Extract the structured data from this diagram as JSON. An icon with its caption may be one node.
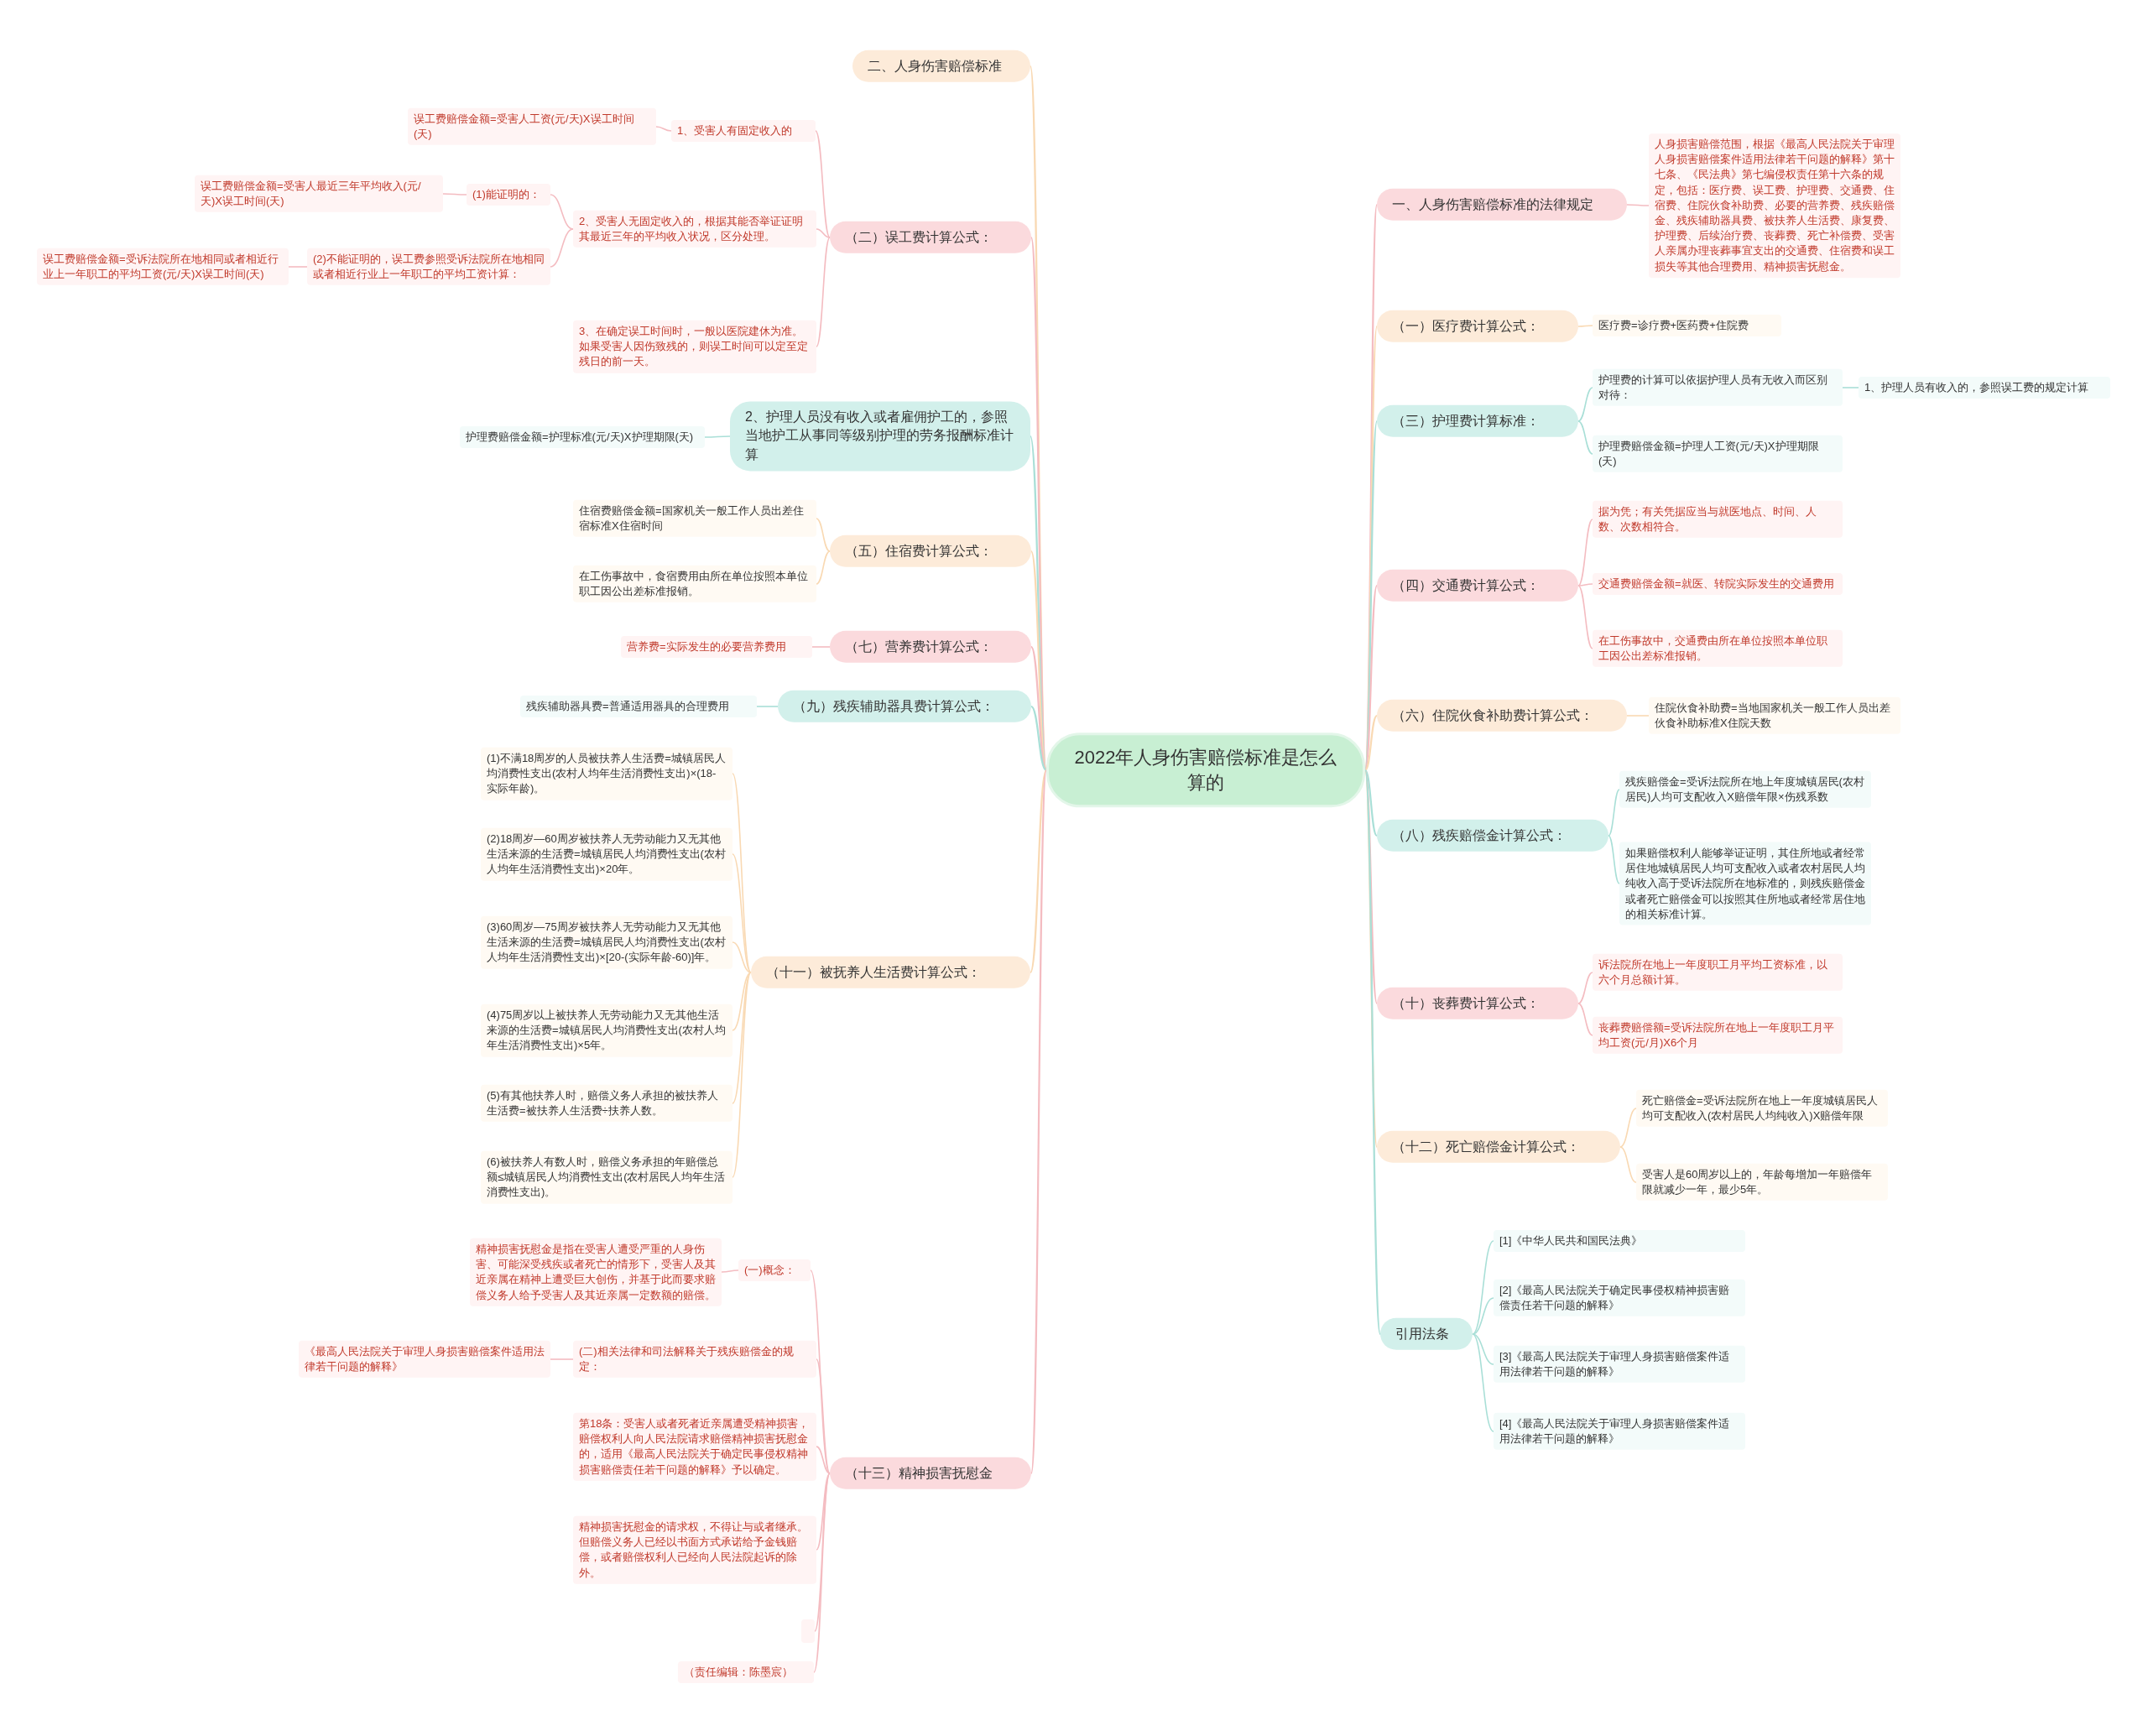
{
  "diagram": {
    "nodes": [
      {
        "text": [
          "2022年人身伤害赔偿标准是怎么算的"
        ]
      },
      {
        "text": [
          "二、人身伤害赔偿标准"
        ]
      },
      {
        "text": [
          "（二）误工费计算公式："
        ]
      },
      {
        "text": [
          "1、受害人有固定收入的"
        ]
      },
      {
        "text": [
          "误工费赔偿金额=受害人工资(元/天)X误工时间(天)"
        ]
      },
      {
        "text": [
          "2、受害人无固定收入的，根据其能否举证证明其最近三年的平均收入状况，区分处理。"
        ]
      },
      {
        "text": [
          "(1)能证明的："
        ]
      },
      {
        "text": [
          "误工费赔偿金额=受害人最近三年平均收入(元/天)X误工时间(天)"
        ]
      },
      {
        "text": [
          "(2)不能证明的，误工费参照受诉法院所在地相同或者相近行业上一年职工的平均工资计算："
        ]
      },
      {
        "text": [
          "误工费赔偿金额=受诉法院所在地相同或者相近行业上一年职工的平均工资(元/天)X误工时间(天)"
        ]
      },
      {
        "text": [
          "3、在确定误工时间时，一般以医院建休为准。如果受害人因伤致残的，则误工时间可以定至定残日的前一天。"
        ]
      },
      {
        "text": [
          "2、护理人员没有收入或者雇佣护工的，参照当地护工从事同等级别护理的劳务报酬标准计算"
        ]
      },
      {
        "text": [
          "护理费赔偿金额=护理标准(元/天)X护理期限(天)"
        ]
      },
      {
        "text": [
          "（五）住宿费计算公式："
        ]
      },
      {
        "text": [
          "住宿费赔偿金额=国家机关一般工作人员出差住宿标准X住宿时间"
        ]
      },
      {
        "text": [
          "在工伤事故中，食宿费用由所在单位按照本单位职工因公出差标准报销。"
        ]
      },
      {
        "text": [
          "（七）营养费计算公式："
        ]
      },
      {
        "text": [
          "营养费=实际发生的必要营养费用"
        ]
      },
      {
        "text": [
          "（九）残疾辅助器具费计算公式："
        ]
      },
      {
        "text": [
          "残疾辅助器具费=普通适用器具的合理费用"
        ]
      },
      {
        "text": [
          "（十一）被抚养人生活费计算公式："
        ]
      },
      {
        "text": [
          "(1)不满18周岁的人员被扶养人生活费=城镇居民人均消费性支出(农村人均年生活消费性支出)×(18-实际年龄)。"
        ]
      },
      {
        "text": [
          "(2)18周岁—60周岁被扶养人无劳动能力又无其他生活来源的生活费=城镇居民人均消费性支出(农村人均年生活消费性支出)×20年。"
        ]
      },
      {
        "text": [
          "(3)60周岁—75周岁被扶养人无劳动能力又无其他生活来源的生活费=城镇居民人均消费性支出(农村人均年生活消费性支出)×[20-(实际年龄-60)]年。"
        ]
      },
      {
        "text": [
          "(4)75周岁以上被扶养人无劳动能力又无其他生活来源的生活费=城镇居民人均消费性支出(农村人均年生活消费性支出)×5年。"
        ]
      },
      {
        "text": [
          "(5)有其他扶养人时，赔偿义务人承担的被扶养人生活费=被扶养人生活费÷扶养人数。"
        ]
      },
      {
        "text": [
          "(6)被扶养人有数人时，赔偿义务承担的年赔偿总额≤城镇居民人均消费性支出(农村居民人均年生活消费性支出)。"
        ]
      },
      {
        "text": [
          "（十三）精神损害抚慰金"
        ]
      },
      {
        "text": [
          "(一)概念："
        ]
      },
      {
        "text": [
          "精神损害抚慰金是指在受害人遭受严重的人身伤害、可能深受残疾或者死亡的情形下，受害人及其近亲属在精神上遭受巨大创伤，并基于此而要求赔偿义务人给予受害人及其近亲属一定数额的赔偿。"
        ]
      },
      {
        "text": [
          "(二)相关法律和司法解释关于残疾赔偿金的规定："
        ]
      },
      {
        "text": [
          "《最高人民法院关于审理人身损害赔偿案件适用法律若干问题的解释》"
        ]
      },
      {
        "text": [
          "第18条：受害人或者死者近亲属遭受精神损害，赔偿权利人向人民法院请求赔偿精神损害抚慰金的，适用《最高人民法院关于确定民事侵权精神损害赔偿责任若干问题的解释》予以确定。"
        ]
      },
      {
        "text": [
          "精神损害抚慰金的请求权，不得让与或者继承。但赔偿义务人已经以书面方式承诺给予金钱赔偿，或者赔偿权利人已经向人民法院起诉的除外。"
        ]
      },
      {
        "text": [],
        "shape": "box"
      },
      {
        "text": [
          "（责任编辑：陈墨宸）"
        ]
      },
      {
        "text": [
          "一、人身伤害赔偿标准的法律规定"
        ]
      },
      {
        "text": [
          "人身损害赔偿范围，根据《最高人民法院关于审理人身损害赔偿案件适用法律若干问题的解释》第十七条、《民法典》第七编侵权责任第十六条的规定，包括：医疗费、误工费、护理费、交通费、住宿费、住院伙食补助费、必要的营养费、残疾赔偿金、残疾辅助器具费、被扶养人生活费、康复费、护理费、后续治疗费、丧葬费、死亡补偿费、受害人亲属办理丧葬事宜支出的交通费、住宿费和误工损失等其他合理费用、精神损害抚慰金。"
        ]
      },
      {
        "text": [
          "（一）医疗费计算公式："
        ]
      },
      {
        "text": [
          "医疗费=诊疗费+医药费+住院费"
        ]
      },
      {
        "text": [
          "（三）护理费计算标准："
        ]
      },
      {
        "text": [
          "护理费的计算可以依据护理人员有无收入而区别对待："
        ]
      },
      {
        "text": [
          "1、护理人员有收入的，参照误工费的规定计算"
        ]
      },
      {
        "text": [
          "护理费赔偿金额=护理人工资(元/天)X护理期限(天)"
        ]
      },
      {
        "text": [
          "（四）交通费计算公式："
        ]
      },
      {
        "text": [
          "据为凭；有关凭据应当与就医地点、时间、人数、次数相符合。"
        ]
      },
      {
        "text": [
          "交通费赔偿金额=就医、转院实际发生的交通费用"
        ]
      },
      {
        "text": [
          "在工伤事故中，交通费由所在单位按照本单位职工因公出差标准报销。"
        ]
      },
      {
        "text": [
          "（六）住院伙食补助费计算公式："
        ]
      },
      {
        "text": [
          "住院伙食补助费=当地国家机关一般工作人员出差伙食补助标准X住院天数"
        ]
      },
      {
        "text": [
          "（八）残疾赔偿金计算公式："
        ]
      },
      {
        "text": [
          "残疾赔偿金=受诉法院所在地上年度城镇居民(农村居民)人均可支配收入X赔偿年限×伤残系数"
        ]
      },
      {
        "text": [
          "如果赔偿权利人能够举证证明，其住所地或者经常居住地城镇居民人均可支配收入或者农村居民人均纯收入高于受诉法院所在地标准的，则残疾赔偿金或者死亡赔偿金可以按照其住所地或者经常居住地的相关标准计算。"
        ]
      },
      {
        "text": [
          "（十）丧葬费计算公式："
        ]
      },
      {
        "text": [
          "诉法院所在地上一年度职工月平均工资标准，以六个月总额计算。"
        ]
      },
      {
        "text": [
          "丧葬费赔偿额=受诉法院所在地上一年度职工月平均工资(元/月)X6个月"
        ]
      },
      {
        "text": [
          "（十二）死亡赔偿金计算公式："
        ]
      },
      {
        "text": [
          "死亡赔偿金=受诉法院所在地上一年度城镇居民人均可支配收入(农村居民人均纯收入)X赔偿年限"
        ]
      },
      {
        "text": [
          "受害人是60周岁以上的，年龄每增加一年赔偿年限就减少一年，最少5年。"
        ]
      },
      {
        "text": [
          "引用法条"
        ]
      },
      {
        "text": [
          "[1]《中华人民共和国民法典》"
        ]
      },
      {
        "text": [
          "[2]《最高人民法院关于确定民事侵权精神损害赔偿责任若干问题的解释》"
        ]
      },
      {
        "text": [
          "[3]《最高人民法院关于审理人身损害赔偿案件适用法律若干问题的解释》"
        ]
      },
      {
        "text": [
          "[4]《最高人民法院关于审理人身损害赔偿案件适用法律若干问题的解释》"
        ]
      }
    ],
    "edges": [
      {
        "from": 0,
        "to": 1,
        "arrow": "none",
        "color": "#f9d9b3"
      },
      {
        "from": 0,
        "to": 2,
        "arrow": "none",
        "color": "#f4bcc1"
      },
      {
        "from": 0,
        "to": 11,
        "arrow": "none",
        "color": "#a9dfd7"
      },
      {
        "from": 0,
        "to": 13,
        "arrow": "none",
        "color": "#f9d9b3"
      },
      {
        "from": 0,
        "to": 16,
        "arrow": "none",
        "color": "#f4bcc1"
      },
      {
        "from": 0,
        "to": 18,
        "arrow": "none",
        "color": "#a9dfd7"
      },
      {
        "from": 0,
        "to": 20,
        "arrow": "none",
        "color": "#f9d9b3"
      },
      {
        "from": 0,
        "to": 27,
        "arrow": "none",
        "color": "#f4bcc1"
      },
      {
        "from": 0,
        "to": 36,
        "arrow": "none",
        "color": "#f4bcc1"
      },
      {
        "from": 0,
        "to": 38,
        "arrow": "none",
        "color": "#f9d9b3"
      },
      {
        "from": 0,
        "to": 40,
        "arrow": "none",
        "color": "#a9dfd7"
      },
      {
        "from": 0,
        "to": 44,
        "arrow": "none",
        "color": "#f4bcc1"
      },
      {
        "from": 0,
        "to": 48,
        "arrow": "none",
        "color": "#f9d9b3"
      },
      {
        "from": 0,
        "to": 50,
        "arrow": "none",
        "color": "#a9dfd7"
      },
      {
        "from": 0,
        "to": 53,
        "arrow": "none",
        "color": "#f4bcc1"
      },
      {
        "from": 0,
        "to": 56,
        "arrow": "none",
        "color": "#f9d9b3"
      },
      {
        "from": 0,
        "to": 59,
        "arrow": "none",
        "color": "#a9dfd7"
      },
      {
        "from": 2,
        "to": 3,
        "arrow": "none",
        "color": "#f4bcc1"
      },
      {
        "from": 3,
        "to": 4,
        "arrow": "none",
        "color": "#f4bcc1"
      },
      {
        "from": 2,
        "to": 5,
        "arrow": "none",
        "color": "#f4bcc1"
      },
      {
        "from": 5,
        "to": 6,
        "arrow": "none",
        "color": "#f4bcc1"
      },
      {
        "from": 6,
        "to": 7,
        "arrow": "none",
        "color": "#f4bcc1"
      },
      {
        "from": 5,
        "to": 8,
        "arrow": "none",
        "color": "#f4bcc1"
      },
      {
        "from": 8,
        "to": 9,
        "arrow": "none",
        "color": "#f4bcc1"
      },
      {
        "from": 2,
        "to": 10,
        "arrow": "none",
        "color": "#f4bcc1"
      },
      {
        "from": 11,
        "to": 12,
        "arrow": "none",
        "color": "#a9dfd7"
      },
      {
        "from": 13,
        "to": 14,
        "arrow": "none",
        "color": "#f9d9b3"
      },
      {
        "from": 13,
        "to": 15,
        "arrow": "none",
        "color": "#f9d9b3"
      },
      {
        "from": 16,
        "to": 17,
        "arrow": "none",
        "color": "#f4bcc1"
      },
      {
        "from": 18,
        "to": 19,
        "arrow": "none",
        "color": "#a9dfd7"
      },
      {
        "from": 20,
        "to": 21,
        "arrow": "none",
        "color": "#f9d9b3"
      },
      {
        "from": 20,
        "to": 22,
        "arrow": "none",
        "color": "#f9d9b3"
      },
      {
        "from": 20,
        "to": 23,
        "arrow": "none",
        "color": "#f9d9b3"
      },
      {
        "from": 20,
        "to": 24,
        "arrow": "none",
        "color": "#f9d9b3"
      },
      {
        "from": 20,
        "to": 25,
        "arrow": "none",
        "color": "#f9d9b3"
      },
      {
        "from": 20,
        "to": 26,
        "arrow": "none",
        "color": "#f9d9b3"
      },
      {
        "from": 27,
        "to": 28,
        "arrow": "none",
        "color": "#f4bcc1"
      },
      {
        "from": 28,
        "to": 29,
        "arrow": "none",
        "color": "#f4bcc1"
      },
      {
        "from": 27,
        "to": 30,
        "arrow": "none",
        "color": "#f4bcc1"
      },
      {
        "from": 30,
        "to": 31,
        "arrow": "none",
        "color": "#f4bcc1"
      },
      {
        "from": 27,
        "to": 32,
        "arrow": "none",
        "color": "#f4bcc1"
      },
      {
        "from": 27,
        "to": 33,
        "arrow": "none",
        "color": "#f4bcc1"
      },
      {
        "from": 27,
        "to": 34,
        "arrow": "none",
        "color": "#f4bcc1"
      },
      {
        "from": 27,
        "to": 35,
        "arrow": "none",
        "color": "#f4bcc1"
      },
      {
        "from": 36,
        "to": 37,
        "arrow": "none",
        "color": "#f4bcc1"
      },
      {
        "from": 38,
        "to": 39,
        "arrow": "none",
        "color": "#f9d9b3"
      },
      {
        "from": 40,
        "to": 41,
        "arrow": "none",
        "color": "#a9dfd7"
      },
      {
        "from": 41,
        "to": 42,
        "arrow": "none",
        "color": "#a9dfd7"
      },
      {
        "from": 40,
        "to": 43,
        "arrow": "none",
        "color": "#a9dfd7"
      },
      {
        "from": 44,
        "to": 45,
        "arrow": "none",
        "color": "#f4bcc1"
      },
      {
        "from": 44,
        "to": 46,
        "arrow": "none",
        "color": "#f4bcc1"
      },
      {
        "from": 44,
        "to": 47,
        "arrow": "none",
        "color": "#f4bcc1"
      },
      {
        "from": 48,
        "to": 49,
        "arrow": "none",
        "color": "#f9d9b3"
      },
      {
        "from": 50,
        "to": 51,
        "arrow": "none",
        "color": "#a9dfd7"
      },
      {
        "from": 50,
        "to": 52,
        "arrow": "none",
        "color": "#a9dfd7"
      },
      {
        "from": 53,
        "to": 54,
        "arrow": "none",
        "color": "#f4bcc1"
      },
      {
        "from": 53,
        "to": 55,
        "arrow": "none",
        "color": "#f4bcc1"
      },
      {
        "from": 56,
        "to": 57,
        "arrow": "none",
        "color": "#f9d9b3"
      },
      {
        "from": 56,
        "to": 58,
        "arrow": "none",
        "color": "#f9d9b3"
      },
      {
        "from": 59,
        "to": 60,
        "arrow": "none",
        "color": "#a9dfd7"
      },
      {
        "from": 59,
        "to": 61,
        "arrow": "none",
        "color": "#a9dfd7"
      },
      {
        "from": 59,
        "to": 62,
        "arrow": "none",
        "color": "#a9dfd7"
      },
      {
        "from": 59,
        "to": 63,
        "arrow": "none",
        "color": "#a9dfd7"
      }
    ]
  }
}
